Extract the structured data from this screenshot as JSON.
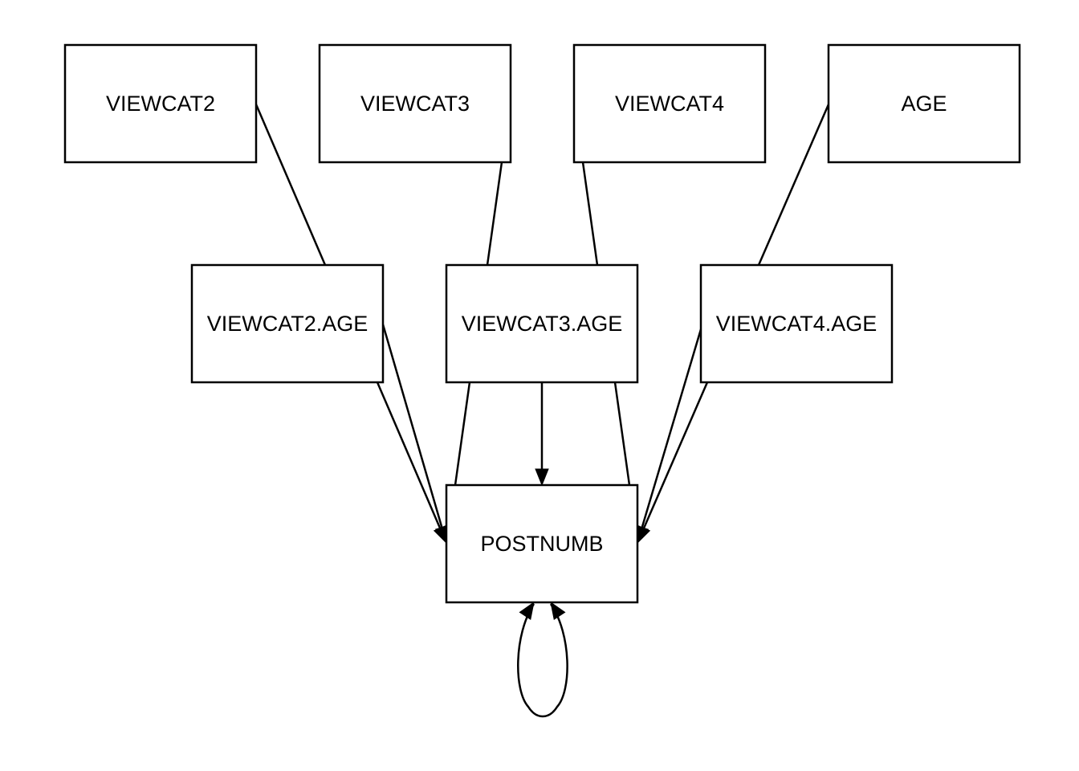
{
  "diagram": {
    "type": "directed-graph",
    "nodes": [
      {
        "id": "VIEWCAT2",
        "label": "VIEWCAT2",
        "layer": 0
      },
      {
        "id": "VIEWCAT3",
        "label": "VIEWCAT3",
        "layer": 0
      },
      {
        "id": "VIEWCAT4",
        "label": "VIEWCAT4",
        "layer": 0
      },
      {
        "id": "AGE",
        "label": "AGE",
        "layer": 0
      },
      {
        "id": "VIEWCAT2.AGE",
        "label": "VIEWCAT2.AGE",
        "layer": 1
      },
      {
        "id": "VIEWCAT3.AGE",
        "label": "VIEWCAT3.AGE",
        "layer": 1
      },
      {
        "id": "VIEWCAT4.AGE",
        "label": "VIEWCAT4.AGE",
        "layer": 1
      },
      {
        "id": "POSTNUMB",
        "label": "POSTNUMB",
        "layer": 2
      }
    ],
    "edges": [
      {
        "from": "VIEWCAT2",
        "to": "VIEWCAT2.AGE",
        "directed": false
      },
      {
        "from": "VIEWCAT3",
        "to": "VIEWCAT3.AGE",
        "directed": false
      },
      {
        "from": "VIEWCAT4",
        "to": "VIEWCAT3.AGE",
        "directed": false
      },
      {
        "from": "AGE",
        "to": "VIEWCAT4.AGE",
        "directed": false
      },
      {
        "from": "VIEWCAT2.AGE",
        "to": "POSTNUMB",
        "directed": true
      },
      {
        "from": "VIEWCAT2.AGE",
        "to": "POSTNUMB",
        "directed": true
      },
      {
        "from": "VIEWCAT3.AGE",
        "to": "POSTNUMB",
        "directed": false
      },
      {
        "from": "VIEWCAT3.AGE",
        "to": "POSTNUMB",
        "directed": true
      },
      {
        "from": "VIEWCAT3.AGE",
        "to": "POSTNUMB",
        "directed": false
      },
      {
        "from": "VIEWCAT4.AGE",
        "to": "POSTNUMB",
        "directed": true
      },
      {
        "from": "VIEWCAT4.AGE",
        "to": "POSTNUMB",
        "directed": true
      },
      {
        "from": "POSTNUMB",
        "to": "POSTNUMB",
        "directed": true,
        "self_loop": true
      }
    ]
  }
}
